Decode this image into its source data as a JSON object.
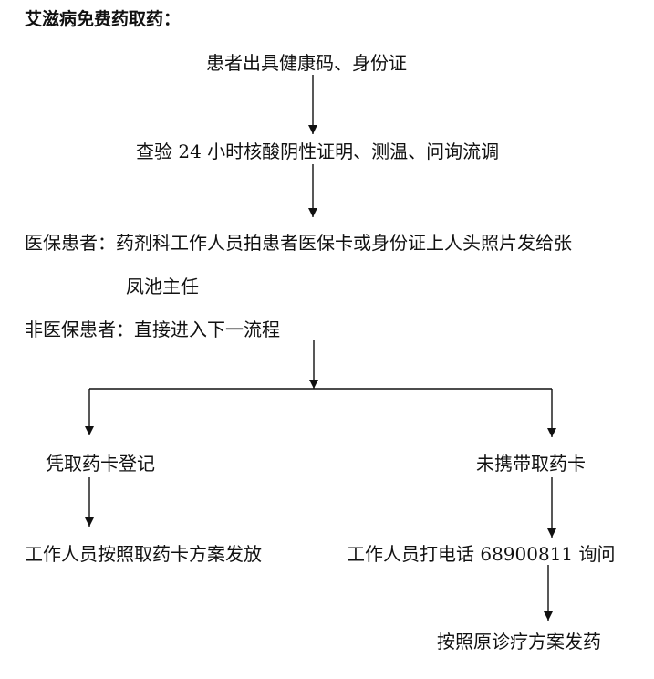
{
  "title": "艾滋病免费药取药：",
  "steps": {
    "s1": "患者出具健康码、身份证",
    "s2": "查验 24 小时核酸阴性证明、测温、问询流调",
    "s3_line1": "医保患者：药剂科工作人员拍患者医保卡或身份证上人头照片发给张",
    "s3_line2": "凤池主任",
    "s4": "非医保患者：直接进入下一流程",
    "left_branch": "凭取药卡登记",
    "right_branch": "未携带取药卡",
    "left_result": "工作人员按照取药卡方案发放",
    "right_result": "工作人员打电话 68900811 询问",
    "final": "按照原诊疗方案发药"
  }
}
